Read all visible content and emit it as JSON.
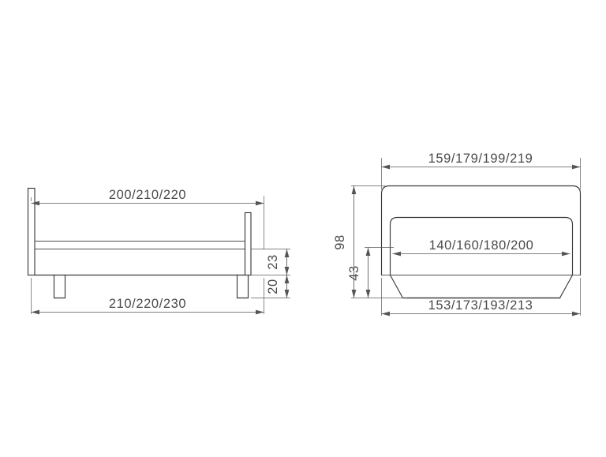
{
  "document": {
    "kind": "technical-dimension-drawing",
    "subject": "bed",
    "background_color": "#ffffff",
    "line_color": "#3a3a3a",
    "dimension_color": "#555555",
    "text_color": "#4a4a4a",
    "unit_note": "centimeters (implied, not printed)"
  },
  "views": {
    "side": {
      "name": "side-view",
      "dimensions": {
        "top_length": "200/210/220",
        "bottom_length": "210/220/230",
        "frame_height": "23",
        "leg_height": "20"
      }
    },
    "front": {
      "name": "front-view",
      "dimensions": {
        "top_width": "159/179/199/219",
        "mattress_width": "140/160/180/200",
        "total_height": "98",
        "lower_height": "43",
        "base_width": "153/173/193/213"
      }
    }
  },
  "labels": [
    {
      "id": "side-top-length",
      "text": "200/210/220",
      "orientation": "horizontal"
    },
    {
      "id": "side-bottom-length",
      "text": "210/220/230",
      "orientation": "horizontal"
    },
    {
      "id": "side-frame-height",
      "text": "23",
      "orientation": "vertical"
    },
    {
      "id": "side-leg-height",
      "text": "20",
      "orientation": "vertical"
    },
    {
      "id": "front-top-width",
      "text": "159/179/199/219",
      "orientation": "horizontal"
    },
    {
      "id": "front-mattress-width",
      "text": "140/160/180/200",
      "orientation": "horizontal"
    },
    {
      "id": "front-total-height",
      "text": "98",
      "orientation": "vertical"
    },
    {
      "id": "front-lower-height",
      "text": "43",
      "orientation": "vertical"
    },
    {
      "id": "front-base-width",
      "text": "153/173/193/213",
      "orientation": "horizontal"
    }
  ]
}
